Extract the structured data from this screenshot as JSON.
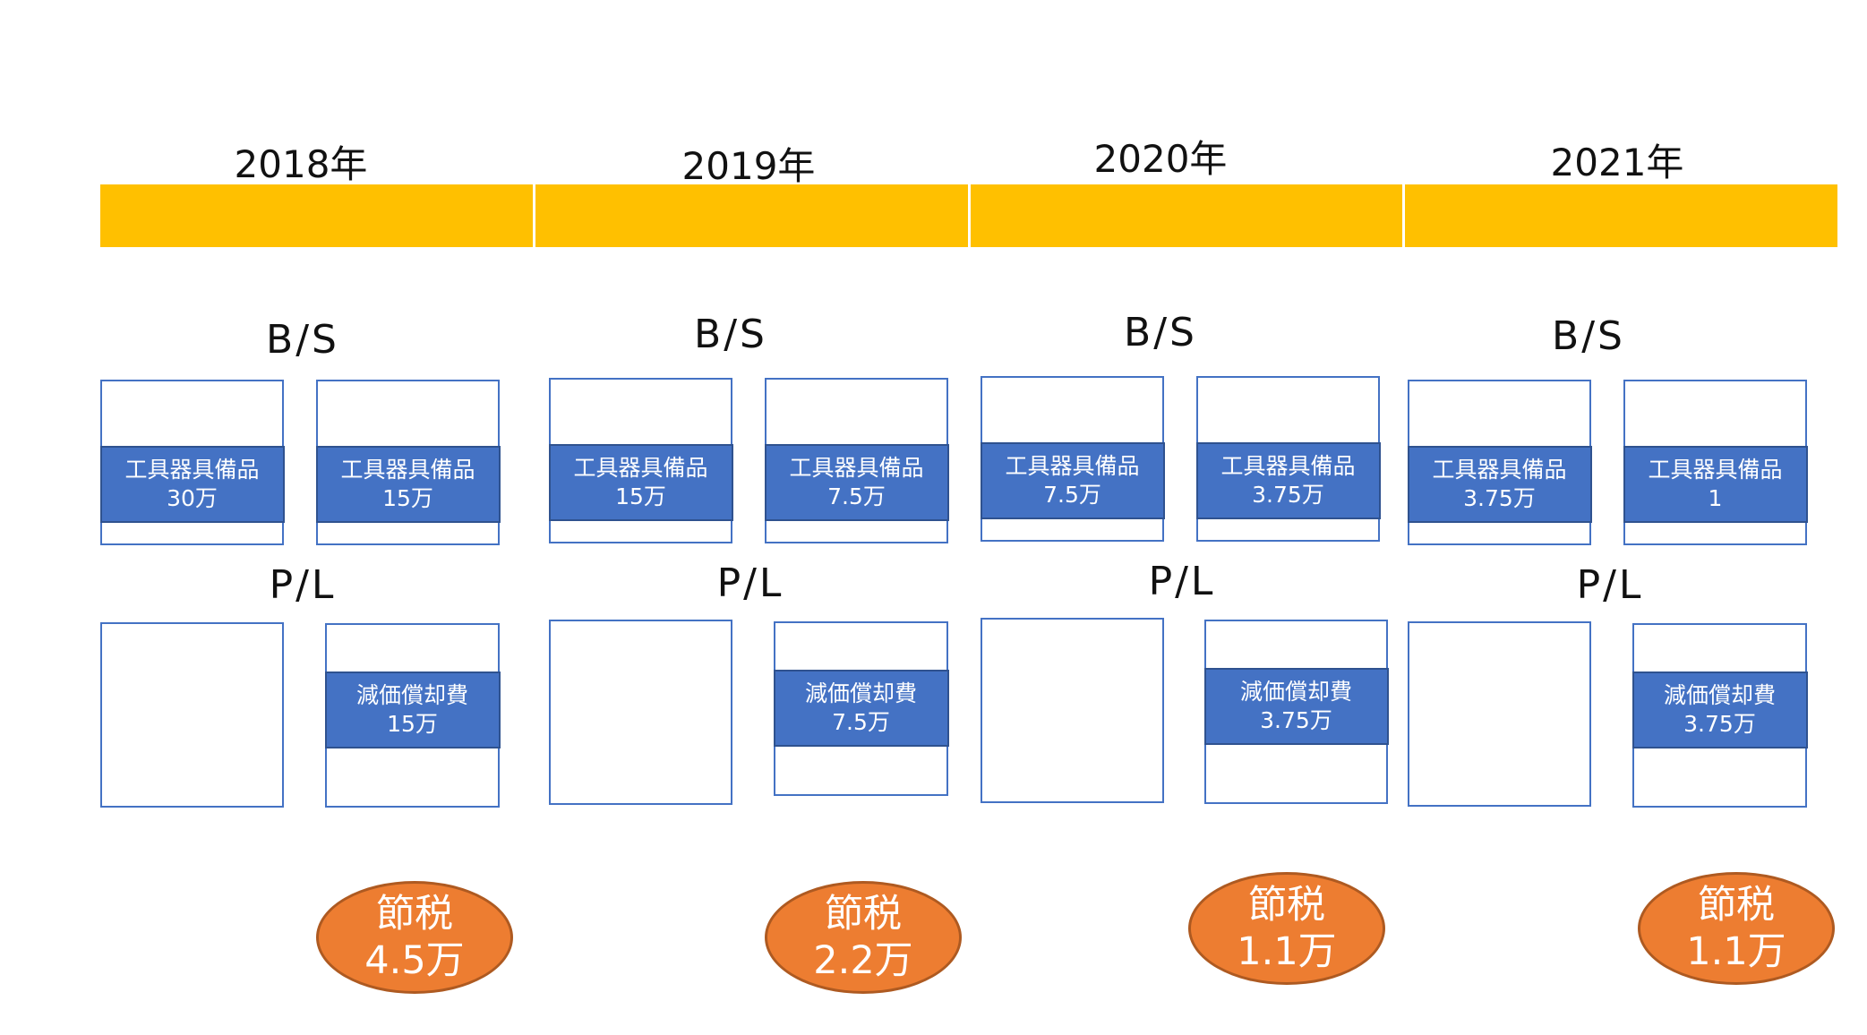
{
  "years": [
    {
      "year_label": "2018年",
      "bs_label": "B/S",
      "pl_label": "P/L",
      "bs_left": {
        "line1": "工具器具備品",
        "line2": "30万"
      },
      "bs_right": {
        "line1": "工具器具備品",
        "line2": "15万"
      },
      "pl_right": {
        "line1": "減価償却費",
        "line2": "15万"
      },
      "saving": {
        "line1": "節税",
        "line2": "4.5万"
      }
    },
    {
      "year_label": "2019年",
      "bs_label": "B/S",
      "pl_label": "P/L",
      "bs_left": {
        "line1": "工具器具備品",
        "line2": "15万"
      },
      "bs_right": {
        "line1": "工具器具備品",
        "line2": "7.5万"
      },
      "pl_right": {
        "line1": "減価償却費",
        "line2": "7.5万"
      },
      "saving": {
        "line1": "節税",
        "line2": "2.2万"
      }
    },
    {
      "year_label": "2020年",
      "bs_label": "B/S",
      "pl_label": "P/L",
      "bs_left": {
        "line1": "工具器具備品",
        "line2": "7.5万"
      },
      "bs_right": {
        "line1": "工具器具備品",
        "line2": "3.75万"
      },
      "pl_right": {
        "line1": "減価償却費",
        "line2": "3.75万"
      },
      "saving": {
        "line1": "節税",
        "line2": "1.1万"
      }
    },
    {
      "year_label": "2021年",
      "bs_label": "B/S",
      "pl_label": "P/L",
      "bs_left": {
        "line1": "工具器具備品",
        "line2": "3.75万"
      },
      "bs_right": {
        "line1": "工具器具備品",
        "line2": "1"
      },
      "pl_right": {
        "line1": "減価償却費",
        "line2": "3.75万"
      },
      "saving": {
        "line1": "節税",
        "line2": "1.1万"
      }
    }
  ],
  "colors": {
    "timeline_bar": "#FFC000",
    "box_border": "#4472C4",
    "band_fill": "#4472C4",
    "oval_fill": "#ED7D31"
  }
}
